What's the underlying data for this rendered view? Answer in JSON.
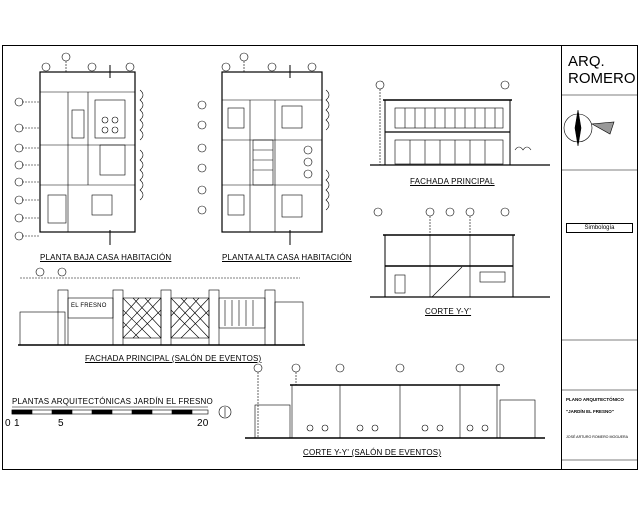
{
  "titleblock": {
    "firm": "ARQ.\nROMERO",
    "simbologia": "Simbología",
    "project": "\"JARDÍN EL FRESNO\"",
    "plan_type": "PLANO ARQUITECTÓNICO",
    "author": "JOSÉ ARTURO ROMERO MOGUERA"
  },
  "labels": {
    "planta_baja": "PLANTA BAJA  CASA HABITACIÓN",
    "planta_alta": "PLANTA ALTA  CASA HABITACIÓN",
    "fachada_principal": "FACHADA PRINCIPAL",
    "corte_yy": "CORTE Y-Y'",
    "fachada_salon": "FACHADA PRINCIPAL (SALÓN DE EVENTOS)",
    "plantas_title": "PLANTAS ARQUITECTÓNICAS  JARDÍN EL FRESNO",
    "corte_salon": "CORTE Y-Y' (SALÓN DE EVENTOS)",
    "sign_text": "EL FRESNO"
  },
  "scale": {
    "n0": "0",
    "n1": "1",
    "n5": "5",
    "n20": "20"
  }
}
